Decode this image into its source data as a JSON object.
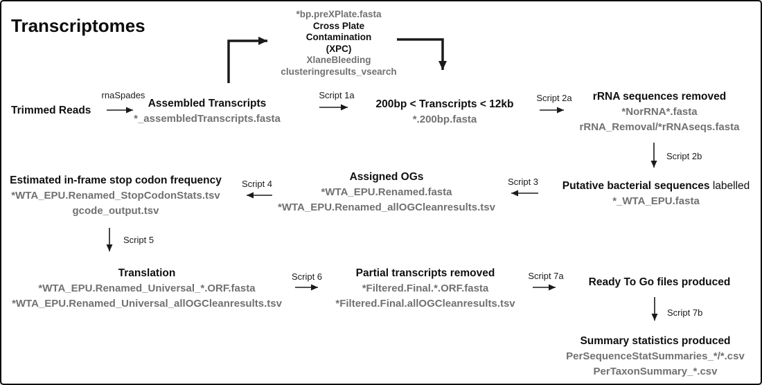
{
  "title": "Transcriptomes",
  "colors": {
    "text_black": "#0f0f0f",
    "file_gray": "#717171",
    "arrow": "#1a1a1a",
    "background": "#ffffff"
  },
  "nodes": {
    "trimmed_reads": {
      "title": "Trimmed Reads"
    },
    "xpc": {
      "file_top": "*bp.preXPlate.fasta",
      "title_line1": "Cross Plate",
      "title_line2": "Contamination",
      "title_line3": "(XPC)",
      "file1": "XlaneBleeding",
      "file2": "clusteringresults_vsearch"
    },
    "assembled": {
      "title": "Assembled Transcripts",
      "file1": "*_assembledTranscripts.fasta"
    },
    "size_filter": {
      "title": "200bp < Transcripts < 12kb",
      "file1": "*.200bp.fasta"
    },
    "rrna_removed": {
      "title": "rRNA sequences removed",
      "file1": "*NorRNA*.fasta",
      "file2": "rRNA_Removal/*rRNAseqs.fasta"
    },
    "bacterial": {
      "title_bold": "Putative bacterial sequences",
      "title_regular": "labelled",
      "file1": "*_WTA_EPU.fasta"
    },
    "assigned_ogs": {
      "title": "Assigned OGs",
      "file1": "*WTA_EPU.Renamed.fasta",
      "file2": "*WTA_EPU.Renamed_allOGCleanresults.tsv"
    },
    "stop_codon": {
      "title": "Estimated in-frame stop codon frequency",
      "file1": "*WTA_EPU.Renamed_StopCodonStats.tsv",
      "file2": "gcode_output.tsv"
    },
    "translation": {
      "title": "Translation",
      "file1": "*WTA_EPU.Renamed_Universal_*.ORF.fasta",
      "file2": "*WTA_EPU.Renamed_Universal_allOGCleanresults.tsv"
    },
    "partial_removed": {
      "title": "Partial transcripts removed",
      "file1": "*Filtered.Final.*.ORF.fasta",
      "file2": "*Filtered.Final.allOGCleanresults.tsv"
    },
    "ready_to_go": {
      "title": "Ready To Go files produced"
    },
    "summary": {
      "title": "Summary statistics produced",
      "file1": "PerSequenceStatSummaries_*/*.csv",
      "file2": "PerTaxonSummary_*.csv"
    }
  },
  "edges": {
    "rnaspades": "rnaSpades",
    "script_1a": "Script 1a",
    "script_2a": "Script 2a",
    "script_2b": "Script 2b",
    "script_3": "Script 3",
    "script_4": "Script 4",
    "script_5": "Script 5",
    "script_6": "Script 6",
    "script_7a": "Script 7a",
    "script_7b": "Script 7b"
  }
}
